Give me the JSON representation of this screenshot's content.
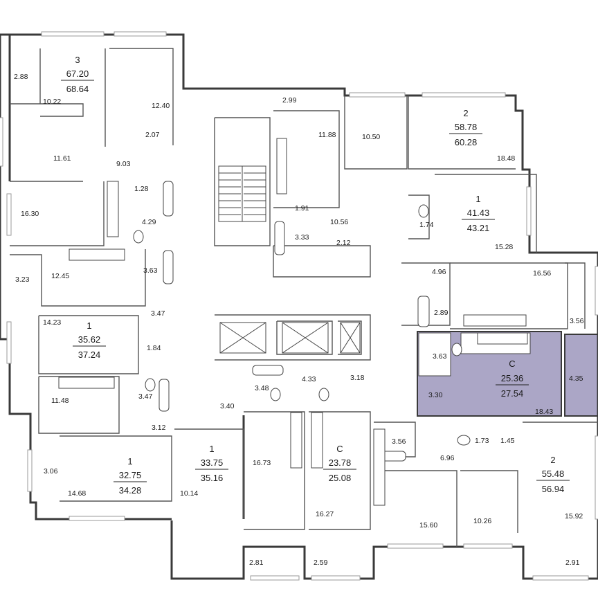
{
  "units": [
    {
      "id": "u3-top-left",
      "rooms": "3",
      "total": "67.20",
      "full": "68.64"
    },
    {
      "id": "u2-top-right",
      "rooms": "2",
      "total": "58.78",
      "full": "60.28"
    },
    {
      "id": "u1-right",
      "rooms": "1",
      "total": "41.43",
      "full": "43.21"
    },
    {
      "id": "u1-left-mid",
      "rooms": "1",
      "total": "35.62",
      "full": "37.24"
    },
    {
      "id": "uc-highlight",
      "rooms": "C",
      "total": "25.36",
      "full": "27.54"
    },
    {
      "id": "u1-left-bottom",
      "rooms": "1",
      "total": "32.75",
      "full": "34.28"
    },
    {
      "id": "u1-center-bottom",
      "rooms": "1",
      "total": "33.75",
      "full": "35.16"
    },
    {
      "id": "uc-center-bottom",
      "rooms": "C",
      "total": "23.78",
      "full": "25.08"
    },
    {
      "id": "u2-bottom-right",
      "rooms": "2",
      "total": "55.48",
      "full": "56.94"
    }
  ],
  "room_areas": [
    "2.88",
    "10.22",
    "12.40",
    "2.07",
    "11.61",
    "9.03",
    "1.28",
    "16.30",
    "4.29",
    "3.63",
    "3.23",
    "12.45",
    "14.23",
    "1.84",
    "3.47",
    "11.48",
    "3.47",
    "3.12",
    "3.06",
    "14.68",
    "10.14",
    "2.99",
    "11.88",
    "10.50",
    "18.48",
    "1.91",
    "10.56",
    "3.33",
    "2.12",
    "1.74",
    "15.28",
    "4.96",
    "16.56",
    "2.89",
    "3.56",
    "3.63",
    "4.35",
    "3.30",
    "18.43",
    "3.48",
    "4.33",
    "3.18",
    "3.40",
    "16.73",
    "16.27",
    "3.56",
    "1.73",
    "1.45",
    "6.96",
    "15.60",
    "10.26",
    "15.92",
    "2.81",
    "2.59",
    "2.91"
  ],
  "highlighted_unit": "uc-highlight",
  "colors": {
    "highlight": "#aba6c6",
    "wall": "#3a3a3a",
    "background": "#ffffff"
  }
}
